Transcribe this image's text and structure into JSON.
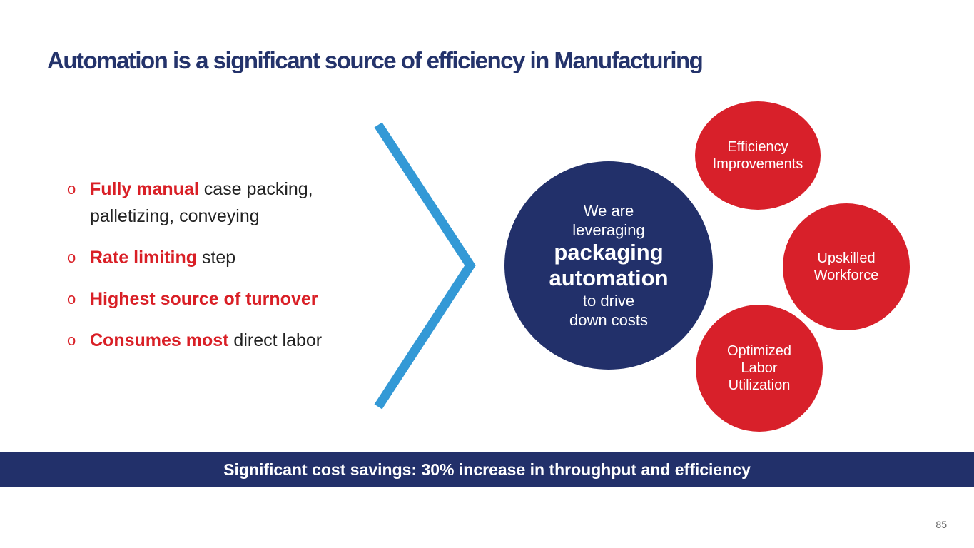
{
  "title": "Automation is a significant source of efficiency in Manufacturing",
  "bullets": [
    {
      "marker": "o",
      "highlight": "Fully manual",
      "rest": " case packing, palletizing, conveying"
    },
    {
      "marker": "o",
      "highlight": "Rate limiting",
      "rest": " step"
    },
    {
      "marker": "o",
      "highlight": "Highest source of turnover",
      "rest": ""
    },
    {
      "marker": "o",
      "highlight": "Consumes most",
      "rest": " direct labor"
    }
  ],
  "center_circle": {
    "line1": "We are",
    "line2": "leveraging",
    "big1": "packaging",
    "big2": "automation",
    "line3": "to drive",
    "line4": "down costs"
  },
  "outcomes": [
    "Efficiency Improvements",
    "Upskilled Workforce",
    "Optimized Labor Utilization"
  ],
  "banner": "Significant cost savings: 30% increase in throughput and efficiency",
  "page_number": "85",
  "colors": {
    "navy": "#22306a",
    "red": "#d8202a",
    "blue": "#3399d6"
  }
}
